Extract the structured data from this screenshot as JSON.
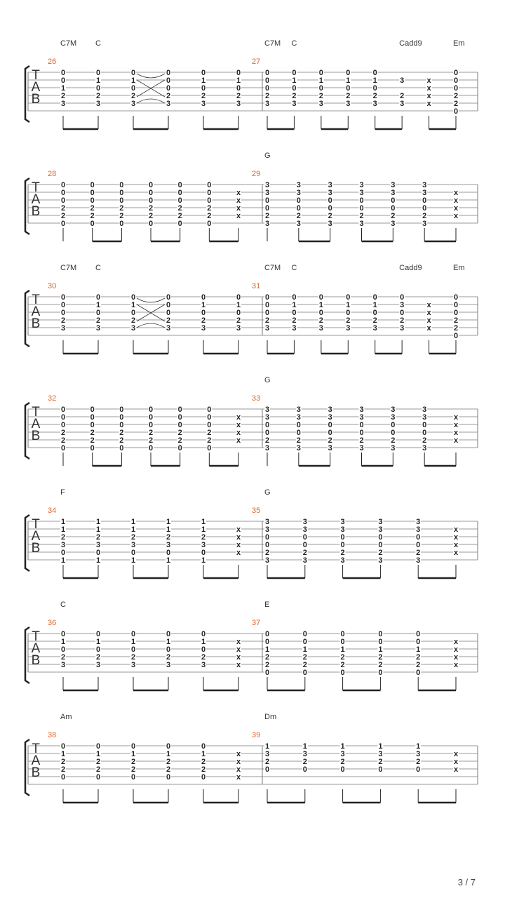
{
  "page_number": "3 / 7",
  "clef_letters": [
    "T",
    "A",
    "B"
  ],
  "systems": [
    {
      "measures": [
        {
          "number": "26",
          "chords": [
            {
              "name": "C7M",
              "beat": 0
            },
            {
              "name": "C",
              "beat": 1
            }
          ],
          "beats": [
            [
              "0",
              "0",
              "1",
              "2",
              "3",
              ""
            ],
            [
              "0",
              "1",
              "0",
              "2",
              "3",
              ""
            ],
            [
              "0",
              "1",
              "0",
              "2",
              "3",
              ""
            ],
            [
              "0",
              "0",
              "0",
              "2",
              "3",
              ""
            ],
            [
              "0",
              "1",
              "0",
              "2",
              "3",
              ""
            ],
            [
              "0",
              "1",
              "0",
              "2",
              "3",
              ""
            ]
          ],
          "slur": {
            "from": 2,
            "to": 3
          }
        },
        {
          "number": "27",
          "chords": [
            {
              "name": "C7M",
              "beat": 0
            },
            {
              "name": "C",
              "beat": 1
            },
            {
              "name": "Cadd9",
              "beat": 5
            },
            {
              "name": "Em",
              "beat": 7
            }
          ],
          "beats": [
            [
              "0",
              "0",
              "0",
              "2",
              "3",
              ""
            ],
            [
              "0",
              "1",
              "0",
              "2",
              "3",
              ""
            ],
            [
              "0",
              "1",
              "0",
              "2",
              "3",
              ""
            ],
            [
              "0",
              "1",
              "0",
              "2",
              "3",
              ""
            ],
            [
              "0",
              "1",
              "0",
              "2",
              "3",
              ""
            ],
            [
              "",
              "3",
              "",
              "2",
              "3",
              ""
            ],
            [
              "",
              "x",
              "x",
              "x",
              "x",
              ""
            ],
            [
              "0",
              "0",
              "0",
              "2",
              "2",
              "0"
            ]
          ]
        }
      ]
    },
    {
      "measures": [
        {
          "number": "28",
          "chords": [],
          "beats": [
            [
              "0",
              "0",
              "0",
              "2",
              "2",
              "0"
            ],
            [
              "0",
              "0",
              "0",
              "2",
              "2",
              "0"
            ],
            [
              "0",
              "0",
              "0",
              "2",
              "2",
              "0"
            ],
            [
              "0",
              "0",
              "0",
              "2",
              "2",
              "0"
            ],
            [
              "0",
              "0",
              "0",
              "2",
              "2",
              "0"
            ],
            [
              "0",
              "0",
              "0",
              "2",
              "2",
              "0"
            ],
            [
              "",
              "x",
              "x",
              "x",
              "x",
              ""
            ]
          ]
        },
        {
          "number": "29",
          "chords": [
            {
              "name": "G",
              "beat": 0
            }
          ],
          "beats": [
            [
              "3",
              "3",
              "0",
              "0",
              "2",
              "3"
            ],
            [
              "3",
              "3",
              "0",
              "0",
              "2",
              "3"
            ],
            [
              "3",
              "3",
              "0",
              "0",
              "2",
              "3"
            ],
            [
              "3",
              "3",
              "0",
              "0",
              "2",
              "3"
            ],
            [
              "3",
              "3",
              "0",
              "0",
              "2",
              "3"
            ],
            [
              "3",
              "3",
              "0",
              "0",
              "2",
              "3"
            ],
            [
              "",
              "x",
              "x",
              "x",
              "x",
              ""
            ]
          ]
        }
      ]
    },
    {
      "measures": [
        {
          "number": "30",
          "chords": [
            {
              "name": "C7M",
              "beat": 0
            },
            {
              "name": "C",
              "beat": 1
            }
          ],
          "beats": [
            [
              "0",
              "0",
              "0",
              "2",
              "3",
              ""
            ],
            [
              "0",
              "1",
              "0",
              "2",
              "3",
              ""
            ],
            [
              "0",
              "1",
              "0",
              "2",
              "3",
              ""
            ],
            [
              "0",
              "0",
              "0",
              "2",
              "3",
              ""
            ],
            [
              "0",
              "1",
              "0",
              "2",
              "3",
              ""
            ],
            [
              "0",
              "1",
              "0",
              "2",
              "3",
              ""
            ]
          ],
          "slur": {
            "from": 2,
            "to": 3
          }
        },
        {
          "number": "31",
          "chords": [
            {
              "name": "C7M",
              "beat": 0
            },
            {
              "name": "C",
              "beat": 1
            },
            {
              "name": "Cadd9",
              "beat": 5
            },
            {
              "name": "Em",
              "beat": 7
            }
          ],
          "beats": [
            [
              "0",
              "0",
              "0",
              "2",
              "3",
              ""
            ],
            [
              "0",
              "1",
              "0",
              "2",
              "3",
              ""
            ],
            [
              "0",
              "1",
              "0",
              "2",
              "3",
              ""
            ],
            [
              "0",
              "1",
              "0",
              "2",
              "3",
              ""
            ],
            [
              "0",
              "1",
              "0",
              "2",
              "3",
              ""
            ],
            [
              "0",
              "3",
              "0",
              "2",
              "3",
              ""
            ],
            [
              "",
              "x",
              "x",
              "x",
              "x",
              ""
            ],
            [
              "0",
              "0",
              "0",
              "2",
              "2",
              "0"
            ]
          ]
        }
      ]
    },
    {
      "measures": [
        {
          "number": "32",
          "chords": [],
          "beats": [
            [
              "0",
              "0",
              "0",
              "2",
              "2",
              "0"
            ],
            [
              "0",
              "0",
              "0",
              "2",
              "2",
              "0"
            ],
            [
              "0",
              "0",
              "0",
              "2",
              "2",
              "0"
            ],
            [
              "0",
              "0",
              "0",
              "2",
              "2",
              "0"
            ],
            [
              "0",
              "0",
              "0",
              "2",
              "2",
              "0"
            ],
            [
              "0",
              "0",
              "0",
              "2",
              "2",
              "0"
            ],
            [
              "",
              "x",
              "x",
              "x",
              "x",
              ""
            ]
          ]
        },
        {
          "number": "33",
          "chords": [
            {
              "name": "G",
              "beat": 0
            }
          ],
          "beats": [
            [
              "3",
              "3",
              "0",
              "0",
              "2",
              "3"
            ],
            [
              "3",
              "3",
              "0",
              "0",
              "2",
              "3"
            ],
            [
              "3",
              "3",
              "0",
              "0",
              "2",
              "3"
            ],
            [
              "3",
              "3",
              "0",
              "0",
              "2",
              "3"
            ],
            [
              "3",
              "3",
              "0",
              "0",
              "2",
              "3"
            ],
            [
              "3",
              "3",
              "0",
              "0",
              "2",
              "3"
            ],
            [
              "",
              "x",
              "x",
              "x",
              "x",
              ""
            ]
          ]
        }
      ]
    },
    {
      "measures": [
        {
          "number": "34",
          "chords": [
            {
              "name": "F",
              "beat": 0
            }
          ],
          "beats": [
            [
              "1",
              "1",
              "2",
              "3",
              "0",
              "1"
            ],
            [
              "1",
              "1",
              "2",
              "3",
              "0",
              "1"
            ],
            [
              "1",
              "1",
              "2",
              "3",
              "0",
              "1"
            ],
            [
              "1",
              "1",
              "2",
              "3",
              "0",
              "1"
            ],
            [
              "1",
              "1",
              "2",
              "3",
              "0",
              "1"
            ],
            [
              "",
              "x",
              "x",
              "x",
              "x",
              ""
            ]
          ]
        },
        {
          "number": "35",
          "chords": [
            {
              "name": "G",
              "beat": 0
            }
          ],
          "beats": [
            [
              "3",
              "3",
              "0",
              "0",
              "2",
              "3"
            ],
            [
              "3",
              "3",
              "0",
              "0",
              "2",
              "3"
            ],
            [
              "3",
              "3",
              "0",
              "0",
              "2",
              "3"
            ],
            [
              "3",
              "3",
              "0",
              "0",
              "2",
              "3"
            ],
            [
              "3",
              "3",
              "0",
              "0",
              "2",
              "3"
            ],
            [
              "",
              "x",
              "x",
              "x",
              "x",
              ""
            ]
          ]
        }
      ]
    },
    {
      "measures": [
        {
          "number": "36",
          "chords": [
            {
              "name": "C",
              "beat": 0
            }
          ],
          "beats": [
            [
              "0",
              "1",
              "0",
              "2",
              "3",
              ""
            ],
            [
              "0",
              "1",
              "0",
              "2",
              "3",
              ""
            ],
            [
              "0",
              "1",
              "0",
              "2",
              "3",
              ""
            ],
            [
              "0",
              "1",
              "0",
              "2",
              "3",
              ""
            ],
            [
              "0",
              "1",
              "0",
              "2",
              "3",
              ""
            ],
            [
              "",
              "x",
              "x",
              "x",
              "x",
              ""
            ]
          ]
        },
        {
          "number": "37",
          "chords": [
            {
              "name": "E",
              "beat": 0
            }
          ],
          "beats": [
            [
              "0",
              "0",
              "1",
              "2",
              "2",
              "0"
            ],
            [
              "0",
              "0",
              "1",
              "2",
              "2",
              "0"
            ],
            [
              "0",
              "0",
              "1",
              "2",
              "2",
              "0"
            ],
            [
              "0",
              "0",
              "1",
              "2",
              "2",
              "0"
            ],
            [
              "0",
              "0",
              "1",
              "2",
              "2",
              "0"
            ],
            [
              "",
              "x",
              "x",
              "x",
              "x",
              ""
            ]
          ]
        }
      ]
    },
    {
      "measures": [
        {
          "number": "38",
          "chords": [
            {
              "name": "Am",
              "beat": 0
            }
          ],
          "beats": [
            [
              "0",
              "1",
              "2",
              "2",
              "0",
              ""
            ],
            [
              "0",
              "1",
              "2",
              "2",
              "0",
              ""
            ],
            [
              "0",
              "1",
              "2",
              "2",
              "0",
              ""
            ],
            [
              "0",
              "1",
              "2",
              "2",
              "0",
              ""
            ],
            [
              "0",
              "1",
              "2",
              "2",
              "0",
              ""
            ],
            [
              "",
              "x",
              "x",
              "x",
              "x",
              ""
            ]
          ]
        },
        {
          "number": "39",
          "chords": [
            {
              "name": "Dm",
              "beat": 0
            }
          ],
          "beats": [
            [
              "1",
              "3",
              "2",
              "0",
              "",
              ""
            ],
            [
              "1",
              "3",
              "2",
              "0",
              "",
              ""
            ],
            [
              "1",
              "3",
              "2",
              "0",
              "",
              ""
            ],
            [
              "1",
              "3",
              "2",
              "0",
              "",
              ""
            ],
            [
              "1",
              "3",
              "2",
              "0",
              "",
              ""
            ],
            [
              "",
              "x",
              "x",
              "x",
              "",
              ""
            ]
          ]
        }
      ]
    }
  ]
}
